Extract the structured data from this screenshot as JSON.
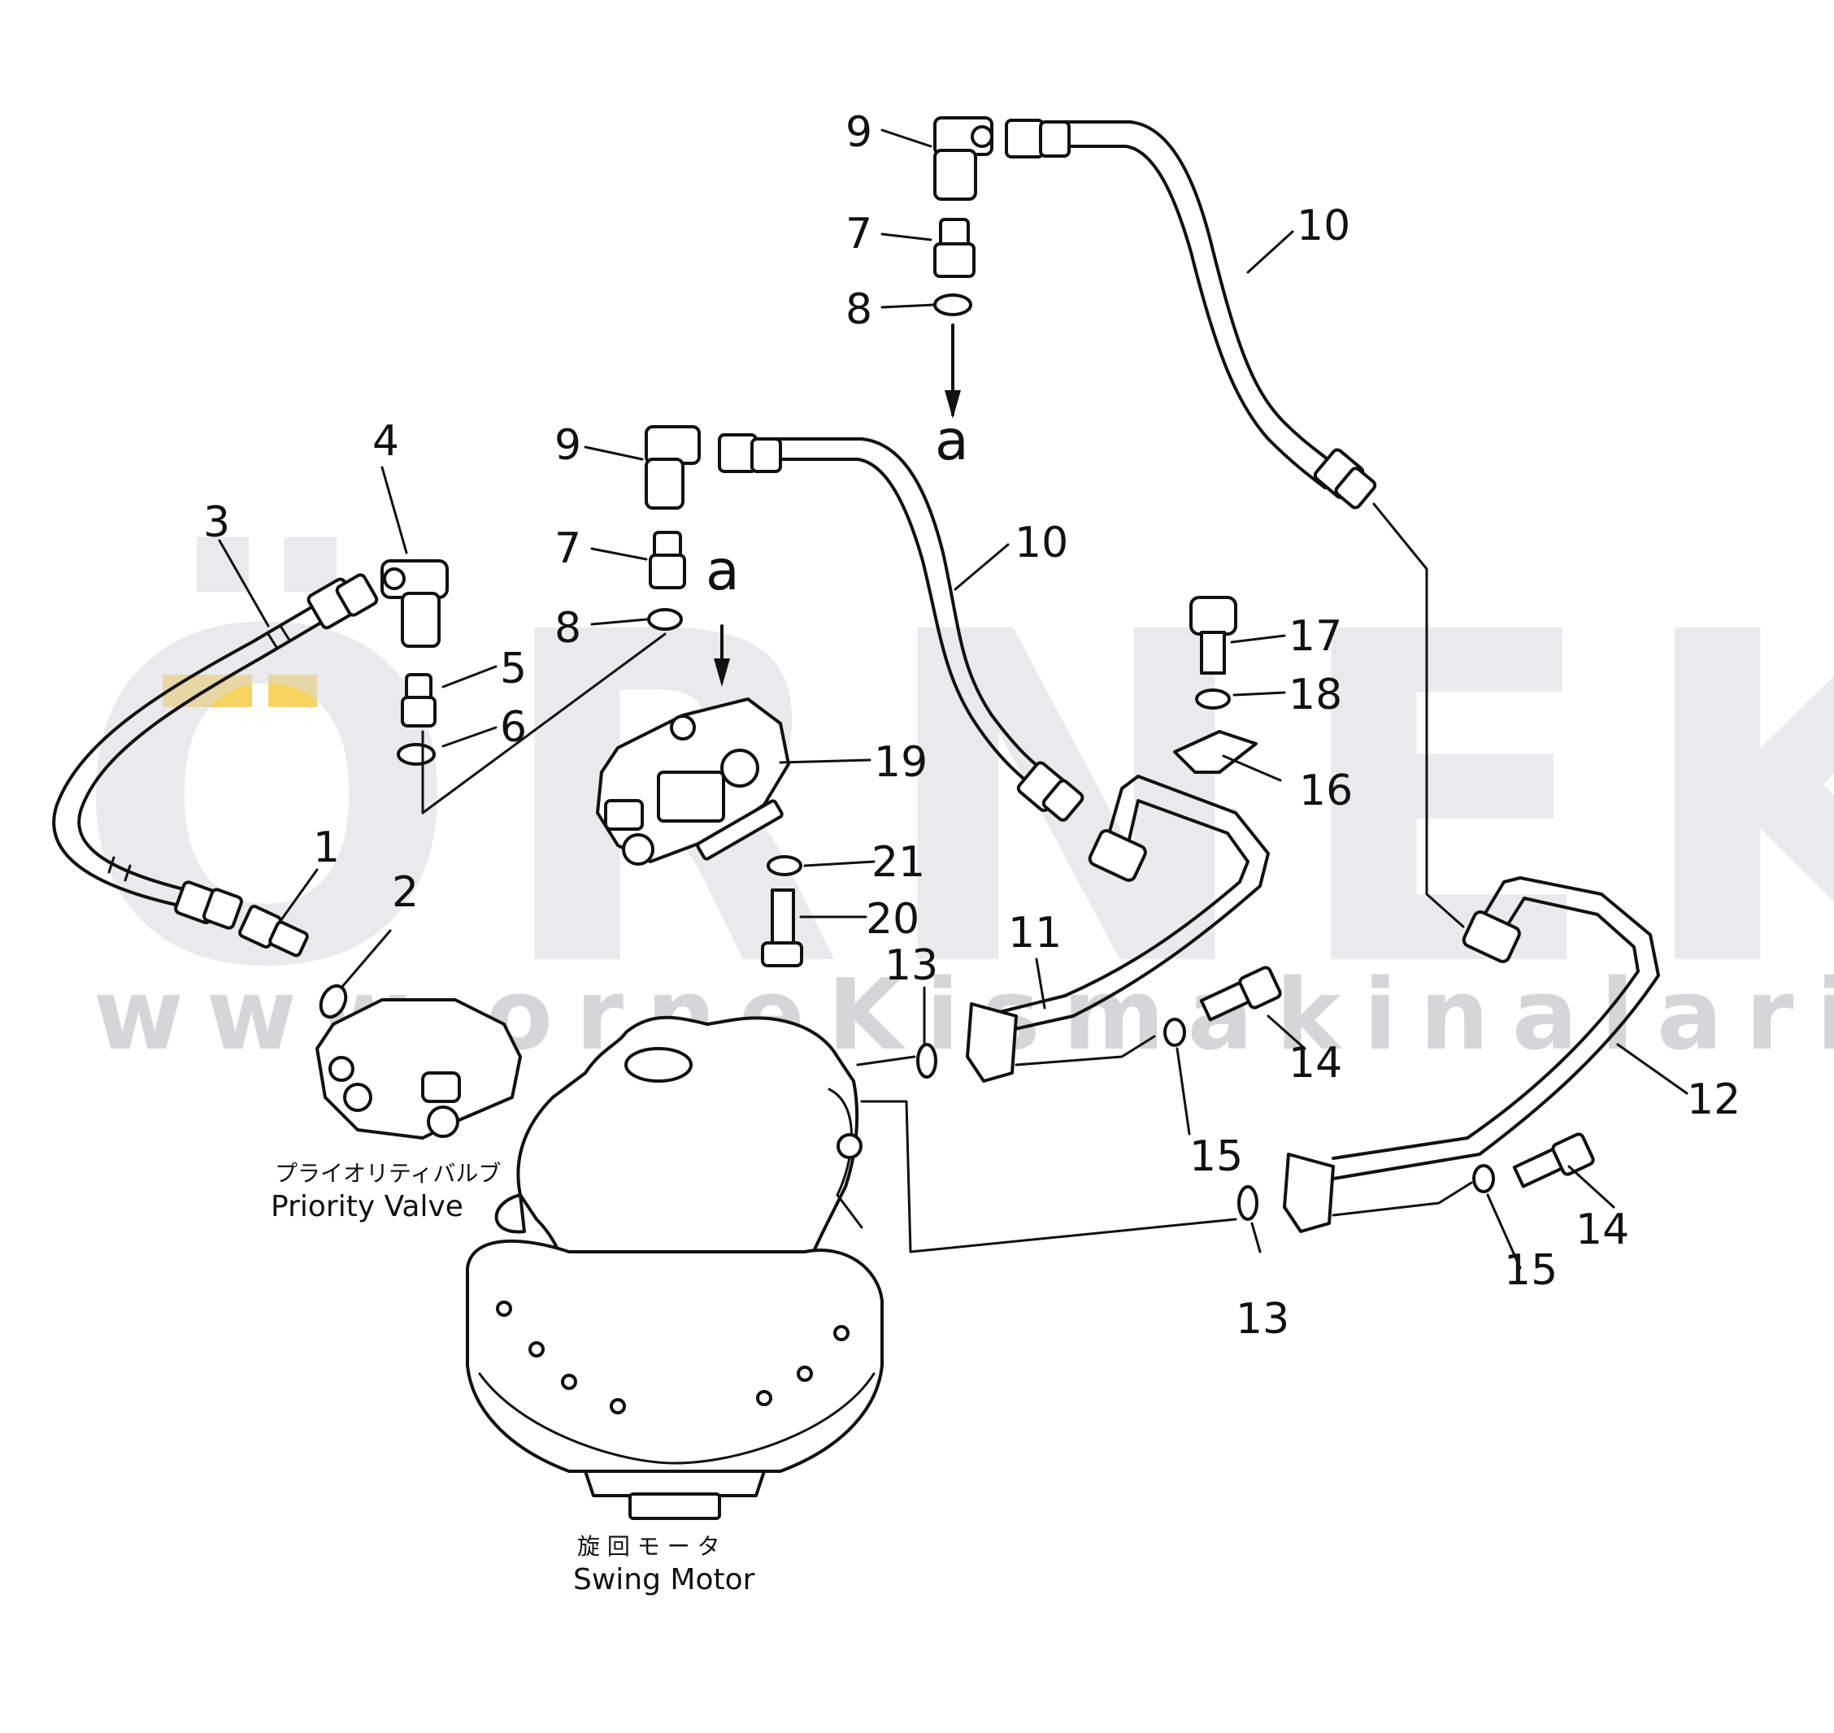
{
  "watermark": {
    "brand": "ÖRNEK",
    "url": "www.orneKismakinalari.com.tr",
    "accent_color": "#f2c21b"
  },
  "components": {
    "priority_valve": {
      "label_jp": "プライオリティバルブ",
      "label_en": "Priority Valve"
    },
    "swing_motor": {
      "label_jp": "旋 回 モ ー タ",
      "label_en": "Swing Motor"
    }
  },
  "view_markers": {
    "marker_1": "a",
    "marker_2": "a"
  },
  "callouts": {
    "c1": "1",
    "c2": "2",
    "c3": "3",
    "c4": "4",
    "c5": "5",
    "c6": "6",
    "c7_top": "7",
    "c8_top": "8",
    "c9_top": "9",
    "c10_top": "10",
    "c7_mid": "7",
    "c8_mid": "8",
    "c9_mid": "9",
    "c10_mid": "10",
    "c11": "11",
    "c12": "12",
    "c13_a": "13",
    "c13_b": "13",
    "c14_a": "14",
    "c14_b": "14",
    "c15_a": "15",
    "c15_b": "15",
    "c16": "16",
    "c17": "17",
    "c18": "18",
    "c19": "19",
    "c20": "20",
    "c21": "21"
  }
}
